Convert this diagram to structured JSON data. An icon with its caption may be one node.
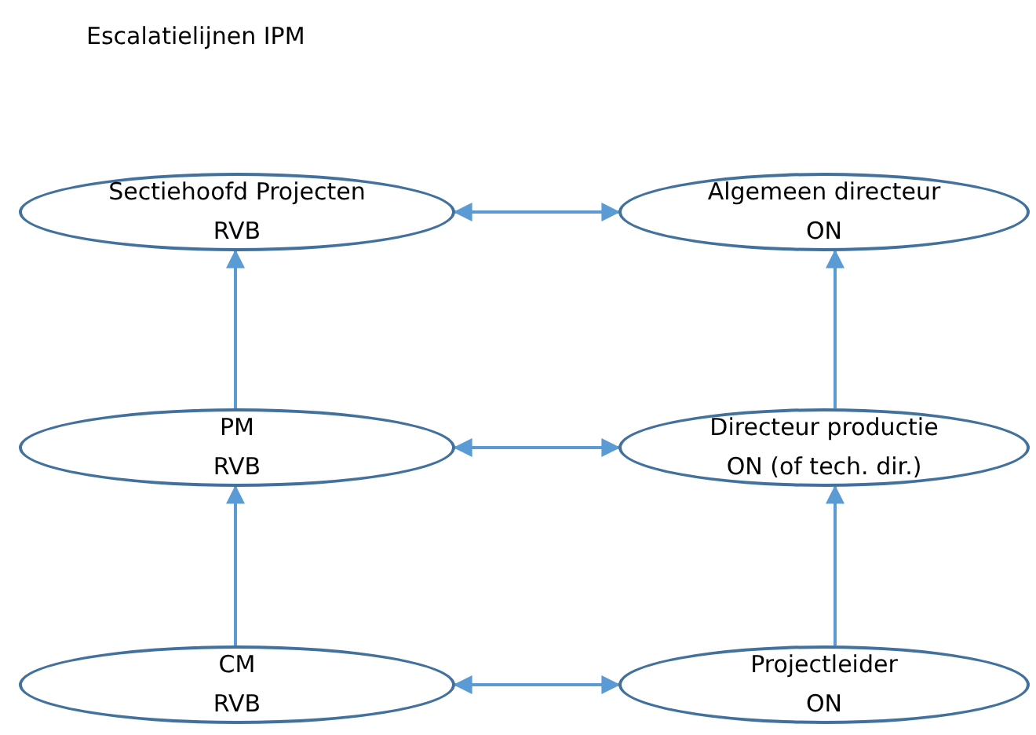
{
  "diagram": {
    "title": "Escalatielijnen IPM",
    "nodes": [
      {
        "text": [
          "Sectiehoofd Projecten",
          "RVB"
        ]
      },
      {
        "text": [
          "Algemeen directeur",
          "ON"
        ]
      },
      {
        "text": [
          "PM",
          "RVB"
        ]
      },
      {
        "text": [
          "Directeur productie",
          "ON (of tech. dir.)"
        ]
      },
      {
        "text": [
          "CM",
          "RVB"
        ]
      },
      {
        "text": [
          "Projectleider",
          "ON"
        ]
      }
    ],
    "edges": [
      {
        "from": 0,
        "to": 1,
        "arrow": "both"
      },
      {
        "from": 2,
        "to": 3,
        "arrow": "both"
      },
      {
        "from": 4,
        "to": 5,
        "arrow": "both"
      },
      {
        "from": 2,
        "to": 0,
        "arrow": "to"
      },
      {
        "from": 4,
        "to": 2,
        "arrow": "to"
      },
      {
        "from": 3,
        "to": 1,
        "arrow": "to"
      },
      {
        "from": 5,
        "to": 3,
        "arrow": "to"
      }
    ]
  }
}
